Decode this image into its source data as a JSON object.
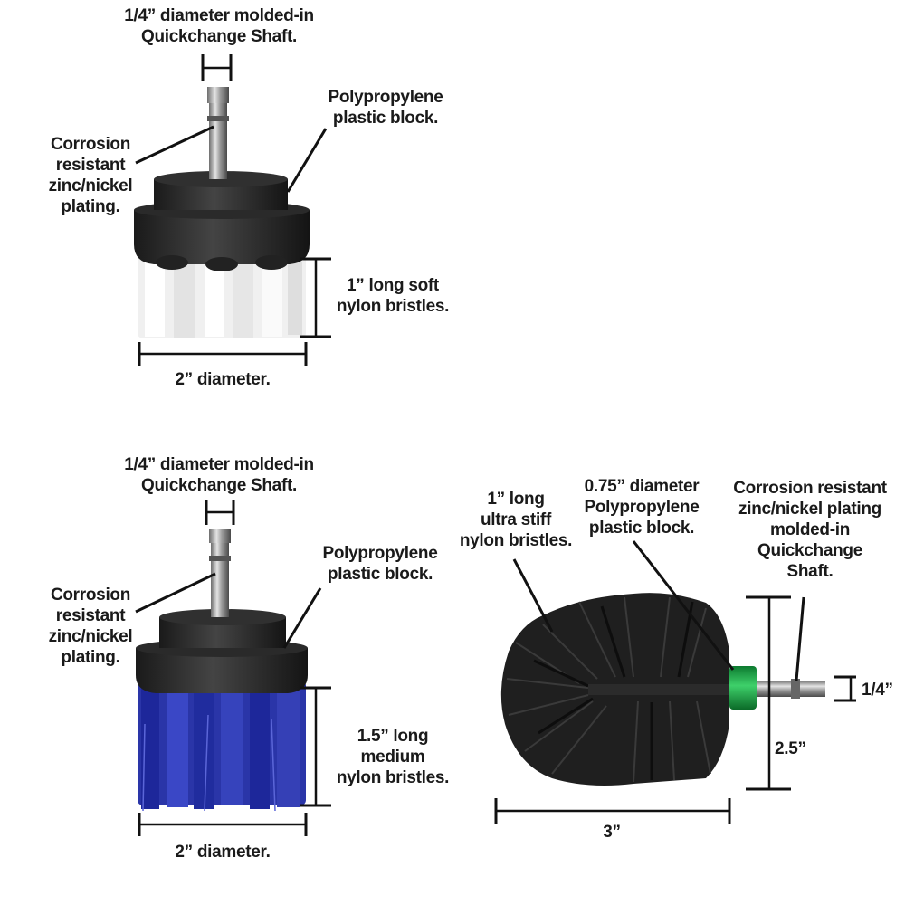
{
  "brush_1": {
    "shaft_label": [
      "1/4” diameter molded-in",
      "Quickchange Shaft."
    ],
    "plating_label": [
      "Corrosion",
      "resistant",
      "zinc/nickel",
      "plating."
    ],
    "block_label": [
      "Polypropylene",
      "plastic block."
    ],
    "bristle_label": [
      "1” long soft",
      "nylon bristles."
    ],
    "diameter_label": "2” diameter.",
    "bristle_color": "#f2f2f2"
  },
  "brush_2": {
    "shaft_label": [
      "1/4” diameter molded-in",
      "Quickchange Shaft."
    ],
    "plating_label": [
      "Corrosion",
      "resistant",
      "zinc/nickel",
      "plating."
    ],
    "block_label": [
      "Polypropylene",
      "plastic block."
    ],
    "bristle_label": [
      "1.5” long",
      "medium",
      "nylon bristles."
    ],
    "diameter_label": "2” diameter.",
    "bristle_color": "#2230a8"
  },
  "brush_3": {
    "bristle_label": [
      "1” long",
      "ultra stiff",
      "nylon bristles."
    ],
    "block_label": [
      "0.75” diameter",
      "Polypropylene",
      "plastic block."
    ],
    "shaft_label": [
      "Corrosion resistant",
      "zinc/nickel plating",
      "molded-in",
      "Quickchange",
      "Shaft."
    ],
    "height_label": "2.5”",
    "length_label": "3”",
    "shaft_dim_label": "1/4”",
    "bristle_color": "#1c1c1c",
    "block_color": "#1fa84a"
  }
}
